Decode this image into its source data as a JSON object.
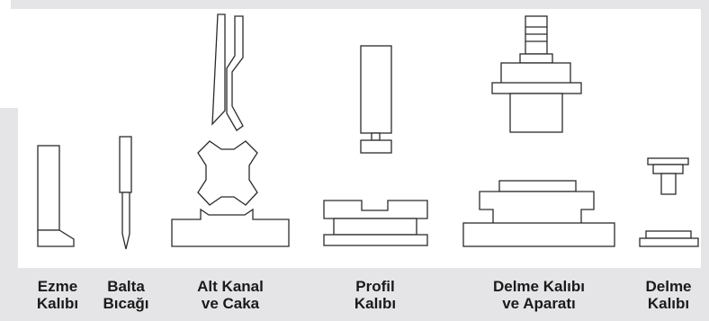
{
  "dies": [
    {
      "id": "ezme",
      "label": "Ezme\nKalıbı"
    },
    {
      "id": "balta",
      "label": "Balta\nBıcağı"
    },
    {
      "id": "alt-kanal",
      "label": "Alt Kanal\nve Caka"
    },
    {
      "id": "profil",
      "label": "Profil\nKalıbı"
    },
    {
      "id": "delme-aparat",
      "label": "Delme Kalıbı\nve Aparatı"
    },
    {
      "id": "delme",
      "label": "Delme\nKalıbı"
    }
  ],
  "colors": {
    "background": "#e5e5e7",
    "panel": "#ffffff",
    "stroke": "#2b2b2b",
    "text": "#1a1a1a"
  }
}
